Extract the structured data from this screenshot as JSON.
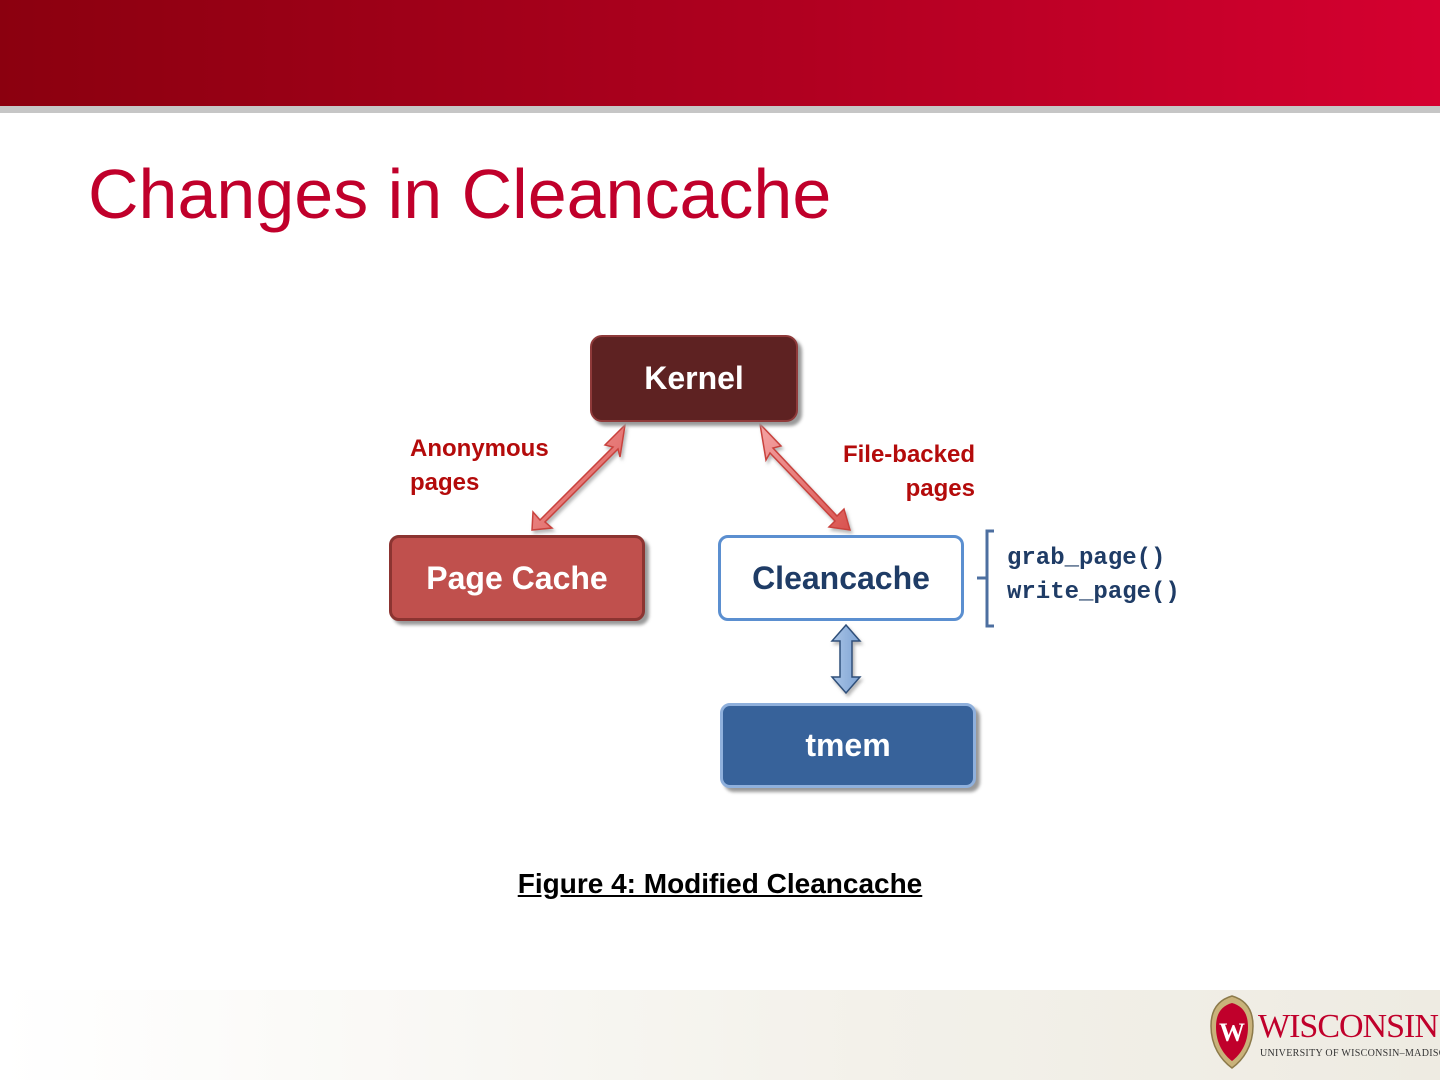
{
  "slide": {
    "title": "Changes in Cleancache",
    "caption": "Figure 4: Modified Cleancache"
  },
  "diagram": {
    "nodes": {
      "kernel": "Kernel",
      "page_cache": "Page Cache",
      "cleancache": "Cleancache",
      "tmem": "tmem"
    },
    "labels": {
      "anonymous_line1": "Anonymous",
      "anonymous_line2": "pages",
      "file_backed_line1": "File-backed",
      "file_backed_line2": "pages"
    },
    "api_calls": [
      "grab_page()",
      "write_page()"
    ]
  },
  "logo": {
    "crest_letter": "W",
    "wordmark": "WISCONSIN",
    "subtitle": "UNIVERSITY OF WISCONSIN–MADISON"
  },
  "colors": {
    "title": "#c0002b",
    "kernel_fill": "#5e2222",
    "page_cache_fill": "#c0504d",
    "cleancache_border": "#5b8fd0",
    "tmem_fill": "#37629a",
    "label_red": "#b40b0b",
    "code_blue": "#1f3c66"
  }
}
